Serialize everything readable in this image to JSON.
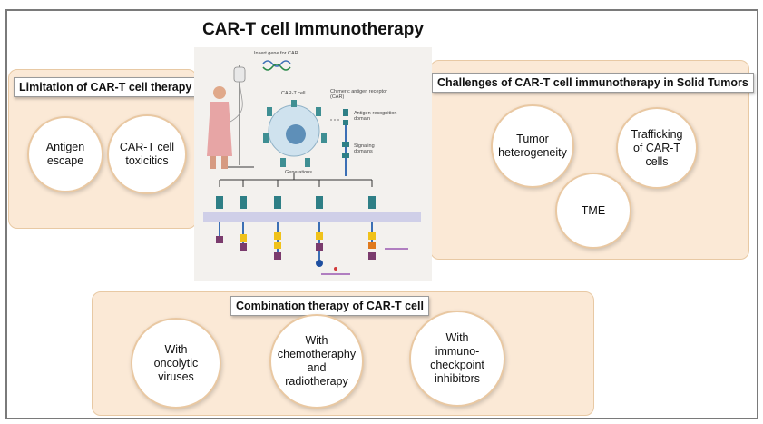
{
  "main_title": "CAR-T cell Immunotherapy",
  "illustration": {
    "insert_gene": "Insert gene for CAR",
    "car_t_cell": "CAR-T cell",
    "chimeric": "Chimeric antigen receptor (CAR)",
    "antigen_domain": "Antigen-recognition domain",
    "signaling_domains": "Signaling domains",
    "generations": "Generations"
  },
  "limitation": {
    "title": "Limitation of CAR-T cell therapy",
    "items": [
      "Antigen\nescape",
      "CAR-T cell\ntoxicitics"
    ]
  },
  "challenges": {
    "title": "Challenges of CAR-T cell immunotherapy in Solid Tumors",
    "items": [
      "Tumor\nheterogeneity",
      "Trafficking\nof CAR-T\ncells",
      "TME"
    ]
  },
  "combination": {
    "title": "Combination therapy of CAR-T cell",
    "items": [
      "With\noncolytic\nviruses",
      "With\nchemotheraphy\nand\nradiotherapy",
      "With\nimmuno-checkpoint\ninhibitors"
    ]
  },
  "colors": {
    "panel_fill": "#fbe9d6",
    "panel_border": "#e8c9a4",
    "bubble_border": "#e9c8a2"
  }
}
